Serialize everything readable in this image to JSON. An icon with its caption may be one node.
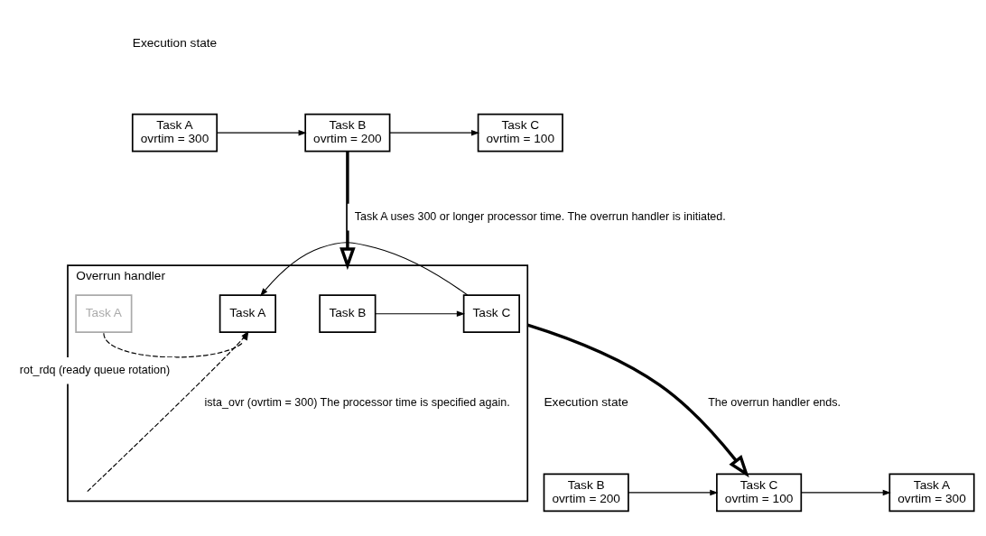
{
  "diagram": {
    "nodes": [
      {
        "text": [
          "Task A",
          "ovrtim = 300"
        ]
      },
      {
        "text": [
          "Task B",
          "ovrtim = 200"
        ]
      },
      {
        "text": [
          "Task C",
          "ovrtim = 100"
        ]
      },
      {
        "text": [
          "Overrun handler"
        ]
      },
      {
        "text": [
          "Task A"
        ],
        "in": 3
      },
      {
        "text": [
          "Task B"
        ],
        "in": 3
      },
      {
        "text": [
          "Task C"
        ],
        "in": 3
      },
      {
        "text": [
          "Task A"
        ],
        "in": 3
      },
      {
        "text": [
          "Task B",
          "ovrtim = 200"
        ]
      },
      {
        "text": [
          "Task C",
          "ovrtim = 100"
        ]
      },
      {
        "text": [
          "Task A",
          "ovrtim = 300"
        ]
      }
    ],
    "edges": [
      {
        "from": 0,
        "to": 1,
        "arrow": "to"
      },
      {
        "from": 1,
        "to": 2,
        "arrow": "to"
      },
      {
        "from": 1,
        "to": 3,
        "arrow": "to",
        "style": "thick",
        "label": "Task A uses 300 or longer processor time. The overrun handler is initiated."
      },
      {
        "from": 5,
        "to": 6,
        "arrow": "to"
      },
      {
        "from": 6,
        "to": 7,
        "arrow": "to"
      },
      {
        "from": 4,
        "to": 7,
        "arrow": "to",
        "style": "dashed",
        "label": "rot_rdq (ready queue rotation)"
      },
      {
        "from": null,
        "to": 7,
        "arrow": "to",
        "style": "dashed",
        "label": "ista_ovr (ovrtim = 300) The processor time is specified again."
      },
      {
        "from": 3,
        "to": 9,
        "arrow": "to",
        "style": "thick",
        "label": "The overrun handler ends."
      },
      {
        "from": 8,
        "to": 9,
        "arrow": "to"
      },
      {
        "from": 9,
        "to": 10,
        "arrow": "to"
      }
    ],
    "labels": [
      "Execution state",
      "Execution state"
    ]
  }
}
